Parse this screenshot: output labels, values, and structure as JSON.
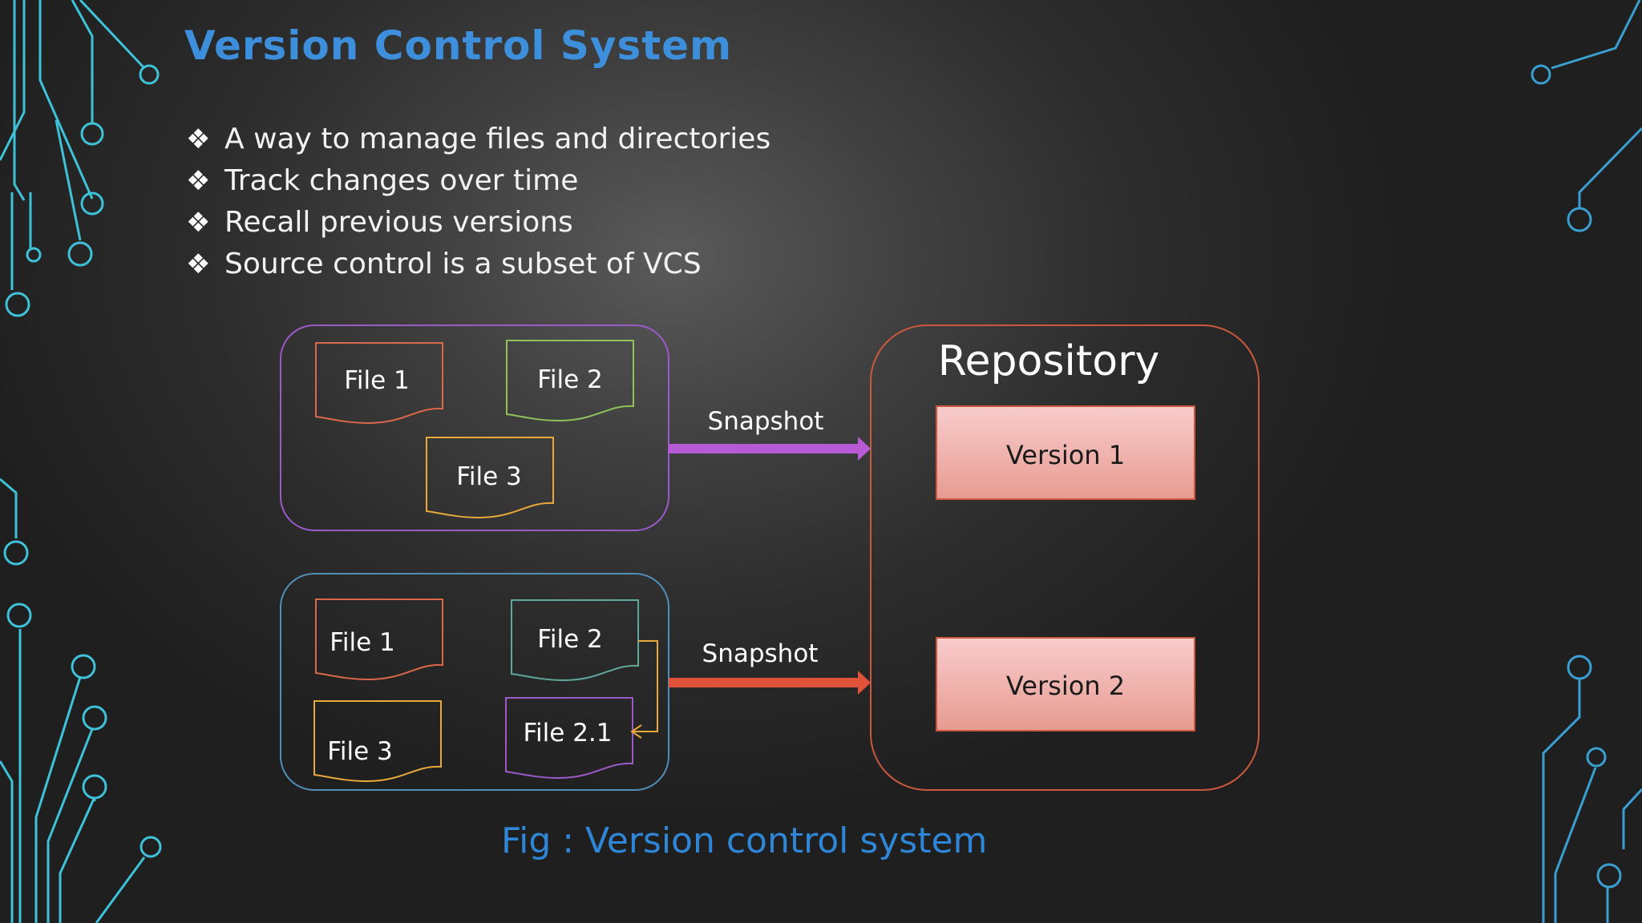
{
  "slide": {
    "title": "Version Control System",
    "bullets": [
      "A way to manage files and directories",
      "Track changes over time",
      "Recall previous versions",
      "Source control is a subset of VCS"
    ],
    "bullet_marker": "❖",
    "caption": "Fig : Version control system"
  },
  "diagram": {
    "group_one": {
      "files": [
        "File 1",
        "File 2",
        "File 3"
      ],
      "colors": [
        "#d9694a",
        "#8fc25a",
        "#e8a93a"
      ],
      "border_color": "#9a5ac8"
    },
    "group_two": {
      "files": [
        "File 1",
        "File 2",
        "File 3",
        "File 2.1"
      ],
      "colors": [
        "#d9694a",
        "#5fa89a",
        "#e8a93a",
        "#9a5ac8"
      ],
      "border_color": "#4f8fb8",
      "derive_arrow_color": "#e8a93a"
    },
    "arrows": [
      {
        "label": "Snapshot",
        "color": "#b65ad6"
      },
      {
        "label": "Snapshot",
        "color": "#e0523a"
      }
    ],
    "repository": {
      "title": "Repository",
      "border_color": "#c9583e",
      "versions": [
        "Version 1",
        "Version 2"
      ]
    }
  },
  "theme": {
    "circuit_color_left": "#3fc2d8",
    "circuit_color_right": "#3a9fd0",
    "version_fill_top": "#f8cccc",
    "version_fill_bottom": "#e79b90"
  }
}
